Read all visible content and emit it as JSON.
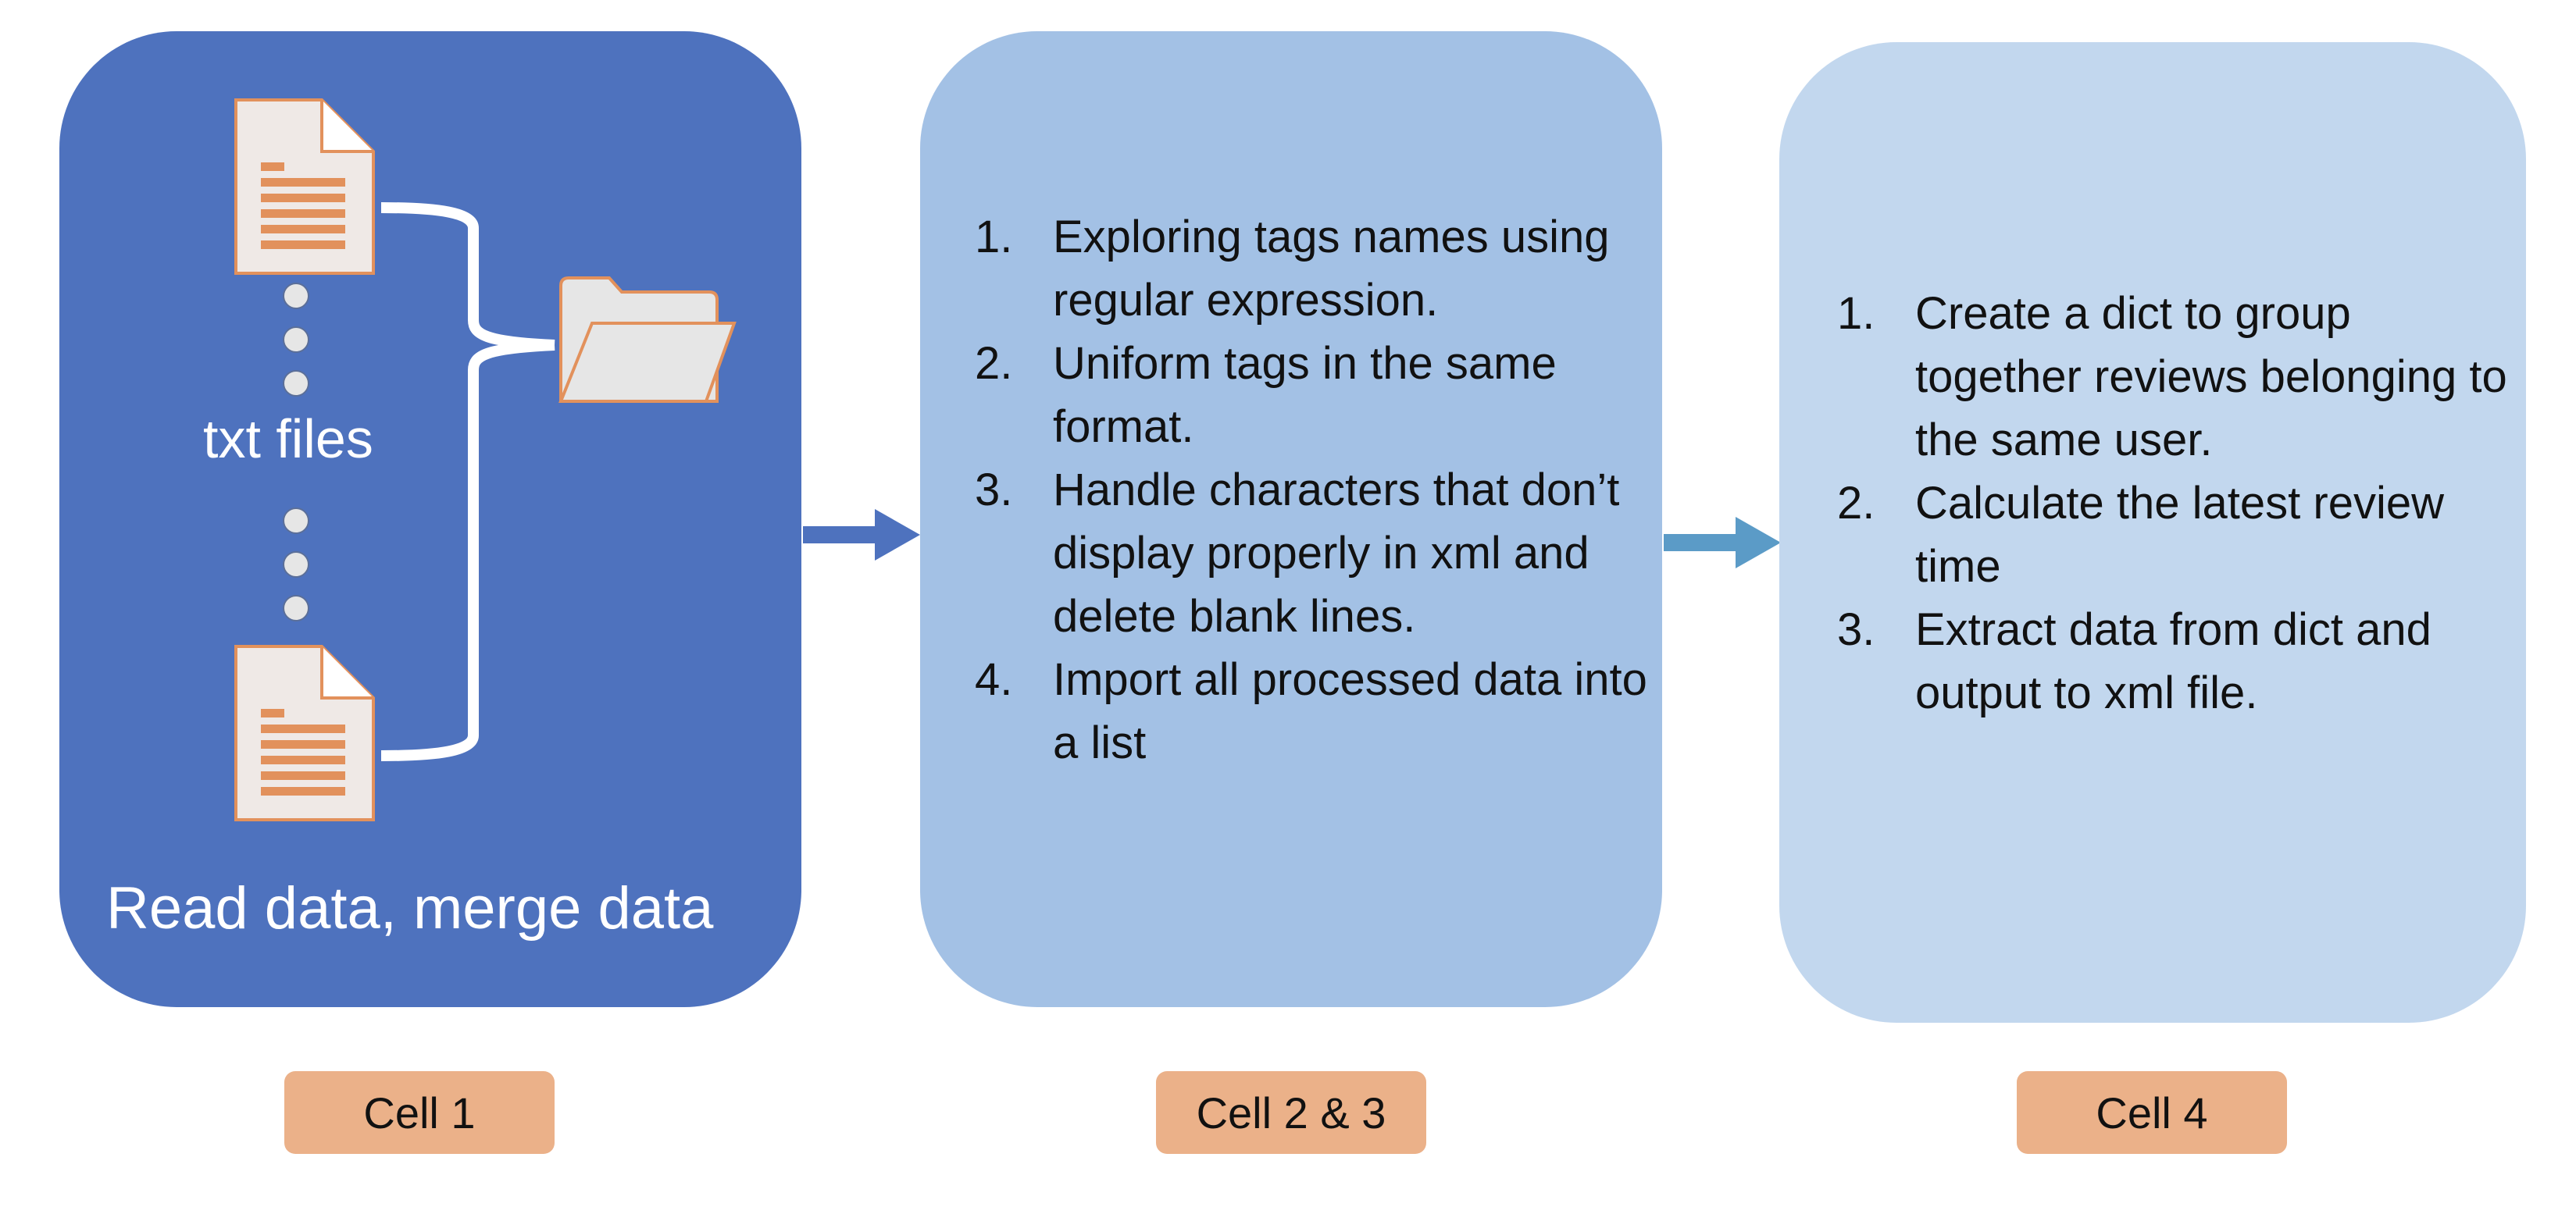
{
  "stage1": {
    "files_label": "txt files",
    "caption": "Read data, merge data",
    "cell_label": "Cell 1"
  },
  "stage2": {
    "steps": [
      {
        "num": "1.",
        "text": "Exploring tags names using regular expression."
      },
      {
        "num": "2.",
        "text": "Uniform tags in the same format."
      },
      {
        "num": "3.",
        "text": "Handle characters that don’t display properly in xml and delete blank lines."
      },
      {
        "num": "4.",
        "text": "Import all processed data into a list"
      }
    ],
    "cell_label": "Cell 2 & 3"
  },
  "stage3": {
    "steps": [
      {
        "num": "1.",
        "text": "Create a dict to group together reviews belonging to the same user."
      },
      {
        "num": "2.",
        "text": "Calculate the latest review time"
      },
      {
        "num": "3.",
        "text": "Extract data from dict and output to xml file."
      }
    ],
    "cell_label": "Cell 4"
  },
  "colors": {
    "stage1_fill": "#4e72be",
    "stage2_fill": "#a3c1e5",
    "stage3_fill": "#c2d7ee",
    "cell_label_fill": "#ebb189",
    "arrow1": "#4e72be",
    "arrow2": "#5b9bc7"
  },
  "icons": [
    "document-icon",
    "folder-icon",
    "arrow-right-icon"
  ]
}
